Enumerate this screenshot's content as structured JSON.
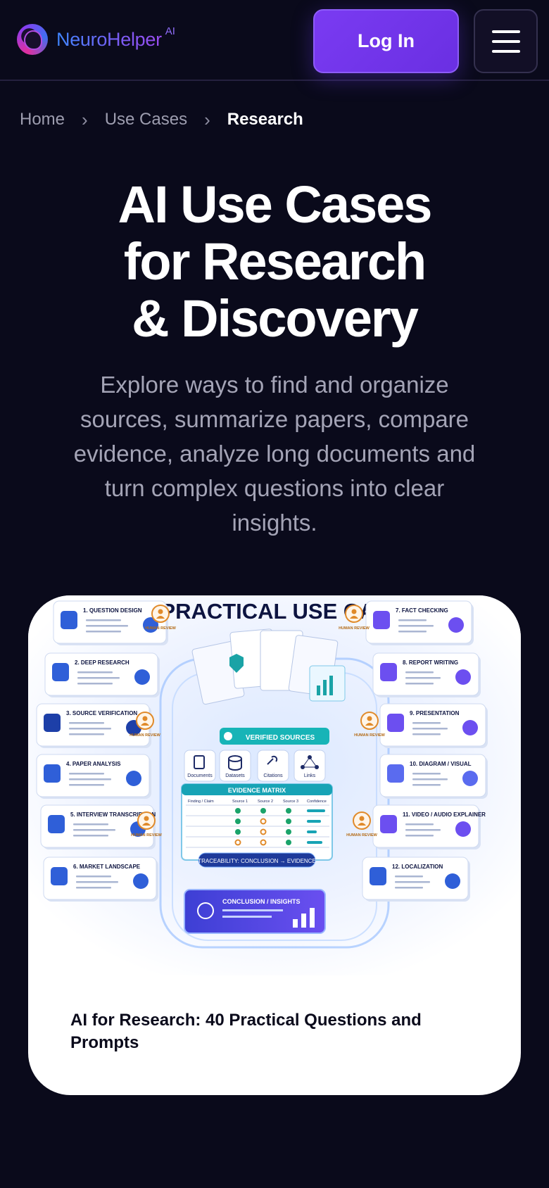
{
  "header": {
    "brand": "NeuroHelper",
    "brand_suffix": "AI",
    "login_label": "Log In"
  },
  "breadcrumb": {
    "items": [
      "Home",
      "Use Cases",
      "Research"
    ]
  },
  "hero": {
    "title_lines": [
      "AI Use Cases",
      "for Research",
      "& Discovery"
    ],
    "subtitle": "Explore ways to find and organize sources, summarize papers, compare evidence, analyze long documents and turn complex questions into clear insights."
  },
  "infographic": {
    "heading": "40 PRACTICAL USE CASES",
    "left_items": [
      "1. QUESTION DESIGN",
      "2. DEEP RESEARCH",
      "3. SOURCE VERIFICATION",
      "4. PAPER ANALYSIS",
      "5. INTERVIEW TRANSCRIPTION",
      "6. MARKET LANDSCAPE"
    ],
    "right_items": [
      "7. FACT CHECKING",
      "8. REPORT WRITING",
      "9. PRESENTATION",
      "10. DIAGRAM / VISUAL",
      "11. VIDEO / AUDIO EXPLAINER",
      "12. LOCALIZATION"
    ],
    "human_review_label": "HUMAN REVIEW",
    "verified_label": "VERIFIED SOURCES",
    "source_types": [
      "Documents",
      "Datasets",
      "Citations",
      "Links"
    ],
    "matrix_title": "EVIDENCE MATRIX",
    "matrix_headers": [
      "Finding / Claim",
      "Source 1",
      "Source 2",
      "Source 3",
      "Confidence"
    ],
    "traceability_label": "TRACEABILITY: CONCLUSION → EVIDENCE",
    "conclusion_label": "CONCLUSION / INSIGHTS",
    "colors": {
      "accent": "#7a3bf2",
      "blue": "#2f5fd8",
      "teal": "#1aa3a6",
      "orange": "#e08a2a"
    }
  },
  "card": {
    "caption": "AI for Research: 40 Practical Questions and Prompts"
  }
}
